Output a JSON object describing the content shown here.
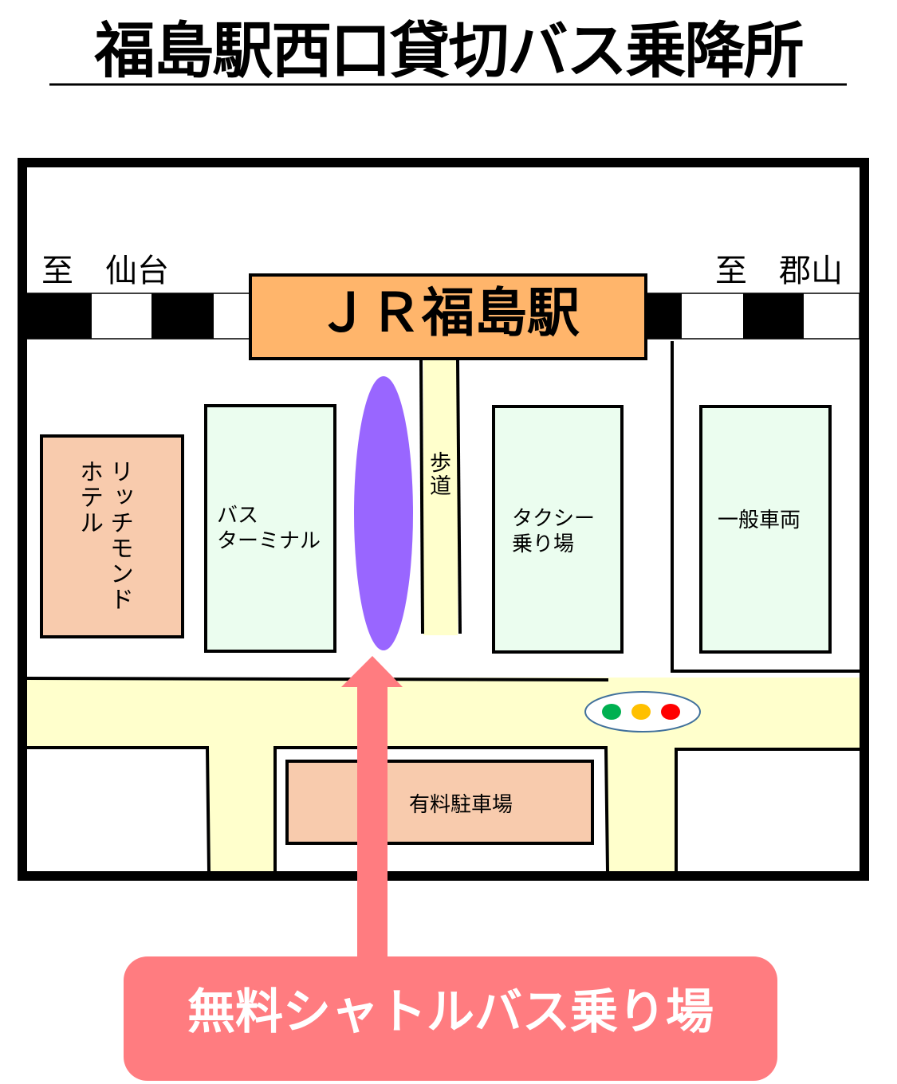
{
  "title": "福島駅西口貸切バス乗降所",
  "station": "ＪＲ福島駅",
  "directions": {
    "left": "至　仙台",
    "right": "至　郡山"
  },
  "buildings": {
    "hotel": [
      "リッチモンド",
      "ホテル"
    ],
    "bus_terminal": [
      "バス",
      "ターミナル"
    ],
    "sidewalk": "歩道",
    "taxi": [
      "タクシー",
      "乗り場"
    ],
    "general_vehicles": "一般車両",
    "parking": "有料駐車場"
  },
  "shuttle_stop": "無料シャトルバス乗り場",
  "colors": {
    "station": "#FFB56B",
    "building_orange": "#F8CBAD",
    "building_green": "#EBFDEF",
    "road": "#FFFFCC",
    "bus_stop_marker": "#9966FF",
    "arrow": "#FF7C80",
    "signal_green": "#00B050",
    "signal_yellow": "#FFC000",
    "signal_red": "#FF0000"
  }
}
